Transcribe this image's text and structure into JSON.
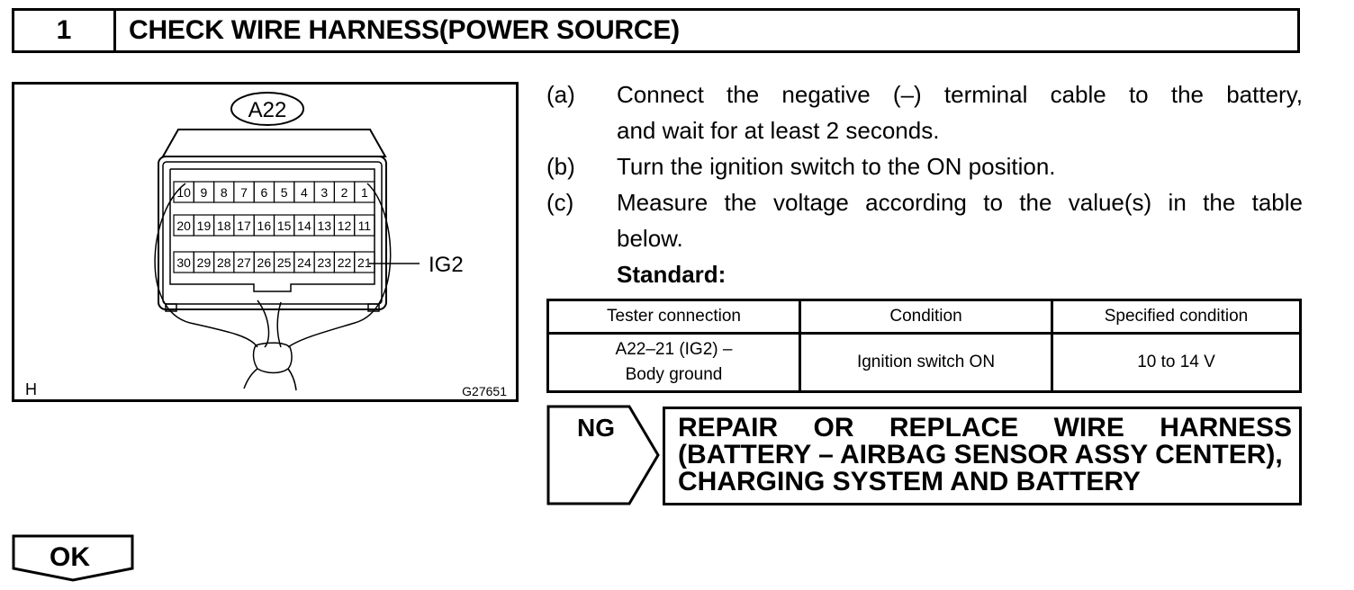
{
  "header": {
    "number": "1",
    "title": "CHECK WIRE HARNESS(POWER SOURCE)"
  },
  "figure": {
    "connector_label": "A22",
    "row1_pins": [
      "10",
      "9",
      "8",
      "7",
      "6",
      "5",
      "4",
      "3",
      "2",
      "1"
    ],
    "row2_pins": [
      "20",
      "19",
      "18",
      "17",
      "16",
      "15",
      "14",
      "13",
      "12",
      "11"
    ],
    "row3_pins": [
      "30",
      "29",
      "28",
      "27",
      "26",
      "25",
      "24",
      "23",
      "22",
      "21"
    ],
    "pin_callout": "IG2",
    "corner_letter": "H",
    "figure_code": "G27651"
  },
  "steps": [
    {
      "letter": "(a)",
      "line1": "Connect the negative (–) terminal cable to the battery,",
      "line2": "and wait for at least 2 seconds."
    },
    {
      "letter": "(b)",
      "line1": "Turn the ignition switch to the ON position."
    },
    {
      "letter": "(c)",
      "line1": "Measure the voltage according to the value(s) in the table",
      "line2": "below."
    }
  ],
  "standard_label": "Standard:",
  "table": {
    "headers": [
      "Tester connection",
      "Condition",
      "Specified condition"
    ],
    "row": {
      "tester_line1": "A22–21 (IG2) –",
      "tester_line2": "Body ground",
      "condition": "Ignition switch ON",
      "specified": "10 to 14 V"
    }
  },
  "ng": {
    "label": "NG",
    "line1": "REPAIR OR REPLACE WIRE HARNESS",
    "line2": "(BATTERY – AIRBAG SENSOR ASSY CENTER),",
    "line3": "CHARGING SYSTEM AND BATTERY"
  },
  "ok": {
    "label": "OK"
  }
}
